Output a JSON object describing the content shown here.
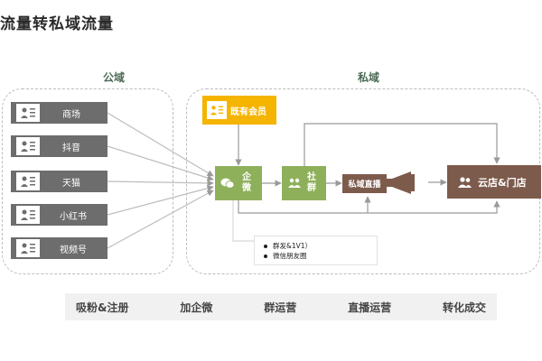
{
  "title": "流量转私域流量",
  "regions": {
    "public": "公域",
    "private": "私域"
  },
  "public_channels": [
    "商场",
    "抖音",
    "天猫",
    "小红书",
    "视频号"
  ],
  "members": "既有会员",
  "wecom": [
    "企",
    "微"
  ],
  "community": [
    "社",
    "群"
  ],
  "live": "私域直播",
  "store": "云店&门店",
  "notes": [
    "群发&1V1）",
    "微信朋友圈"
  ],
  "stages": [
    "吸粉&注册",
    "加企微",
    "群运营",
    "直播运营",
    "转化成交"
  ],
  "colors": {
    "channel": "#6d6d6d",
    "members": "#f5b400",
    "wecom": "#8fb05a",
    "live": "#555555",
    "store": "#7d5b4c"
  },
  "icons": [
    "user-list-icon",
    "wechat-icon",
    "group-icon",
    "megaphone-icon",
    "users-icon"
  ]
}
